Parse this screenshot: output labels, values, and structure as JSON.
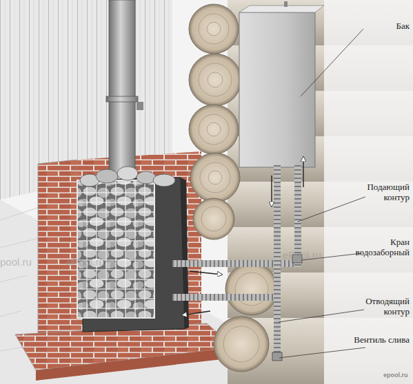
{
  "diagram": {
    "labels": [
      "Бак",
      "Подающий контур",
      "Кран водозаборный",
      "Отводящий контур",
      "Вентиль слива",
      "pool.ru",
      "ePool.ru",
      "ePool.ru",
      "epool.ru"
    ]
  }
}
